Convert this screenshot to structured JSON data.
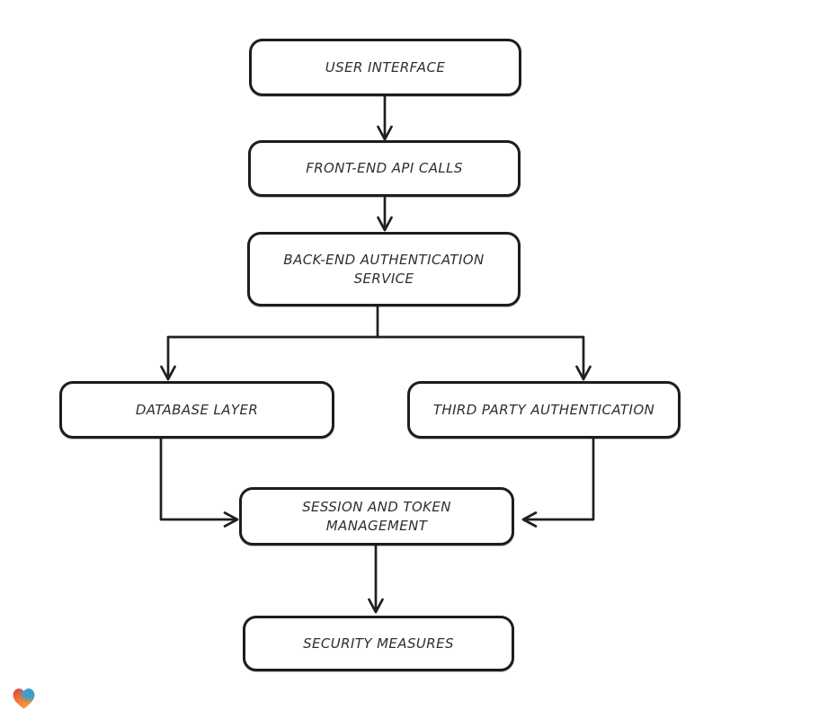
{
  "canvas": {
    "background_color": "#ffffff",
    "stroke_color": "#1f1f1f",
    "text_color": "#2e2e2e"
  },
  "nodes": [
    {
      "id": "user-interface",
      "label": "USER INTERFACE"
    },
    {
      "id": "front-end-api-calls",
      "label": "FRONT-END API CALLS"
    },
    {
      "id": "back-end-authentication-service",
      "label": "BACK-END AUTHENTICATION\nSERVICE"
    },
    {
      "id": "database-layer",
      "label": "DATABASE LAYER"
    },
    {
      "id": "third-party-authentication",
      "label": "THIRD PARTY AUTHENTICATION"
    },
    {
      "id": "session-and-token-management",
      "label": "SESSION AND TOKEN\nMANAGEMENT"
    },
    {
      "id": "security-measures",
      "label": "SECURITY MEASURES"
    }
  ],
  "edges": [
    {
      "from": "user-interface",
      "to": "front-end-api-calls"
    },
    {
      "from": "front-end-api-calls",
      "to": "back-end-authentication-service"
    },
    {
      "from": "back-end-authentication-service",
      "to": "database-layer"
    },
    {
      "from": "back-end-authentication-service",
      "to": "third-party-authentication"
    },
    {
      "from": "database-layer",
      "to": "session-and-token-management"
    },
    {
      "from": "third-party-authentication",
      "to": "session-and-token-management"
    },
    {
      "from": "session-and-token-management",
      "to": "security-measures"
    }
  ],
  "logo": {
    "name": "heart-logo",
    "colors": {
      "red": "#e73b3e",
      "orange": "#f5a53a",
      "blue": "#2aa1dc"
    }
  }
}
